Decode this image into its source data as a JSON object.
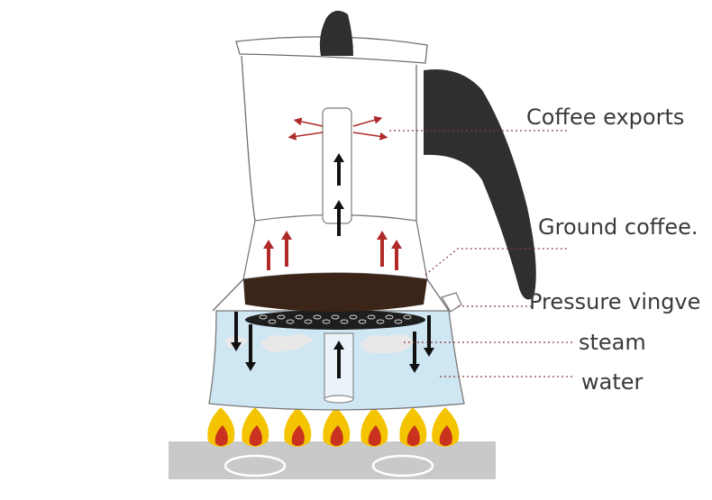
{
  "labels": {
    "coffee_exports": "Coffee exports",
    "ground_coffee": "Ground coffee.",
    "pressure_valve": "Pressure vingve",
    "steam": "steam",
    "water": "water"
  },
  "colors": {
    "water": "#cfe6f3",
    "coffee": "#3b2418",
    "handle": "#2f2f2f",
    "red_arrow": "#b02a2a",
    "black_arrow": "#111111",
    "flame_outer": "#f5c400",
    "flame_inner": "#c8321e",
    "burner": "#c9c9c9",
    "leader": "#8b3a3a"
  },
  "icons": [
    "flame-icon",
    "arrow-up-icon",
    "arrow-down-icon"
  ]
}
